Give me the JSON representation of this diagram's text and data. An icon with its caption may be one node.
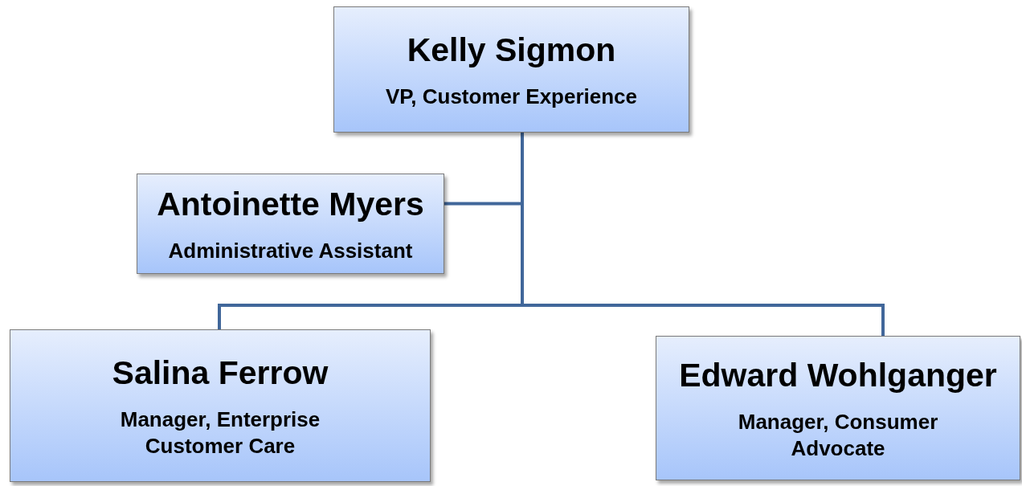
{
  "diagram": {
    "nodes": [
      {
        "text": [
          "Kelly Sigmon",
          "VP, Customer Experience"
        ]
      },
      {
        "text": [
          "Antoinette Myers",
          "Administrative Assistant"
        ]
      },
      {
        "text": [
          "Salina Ferrow",
          "Manager, Enterprise Customer Care"
        ]
      },
      {
        "text": [
          "Edward Wohlganger",
          "Manager, Consumer Advocate"
        ]
      }
    ],
    "edges": [
      {
        "from": 0,
        "to": 1,
        "arrow": "none"
      },
      {
        "from": 0,
        "to": 2,
        "arrow": "none"
      },
      {
        "from": 0,
        "to": 3,
        "arrow": "none"
      }
    ]
  }
}
